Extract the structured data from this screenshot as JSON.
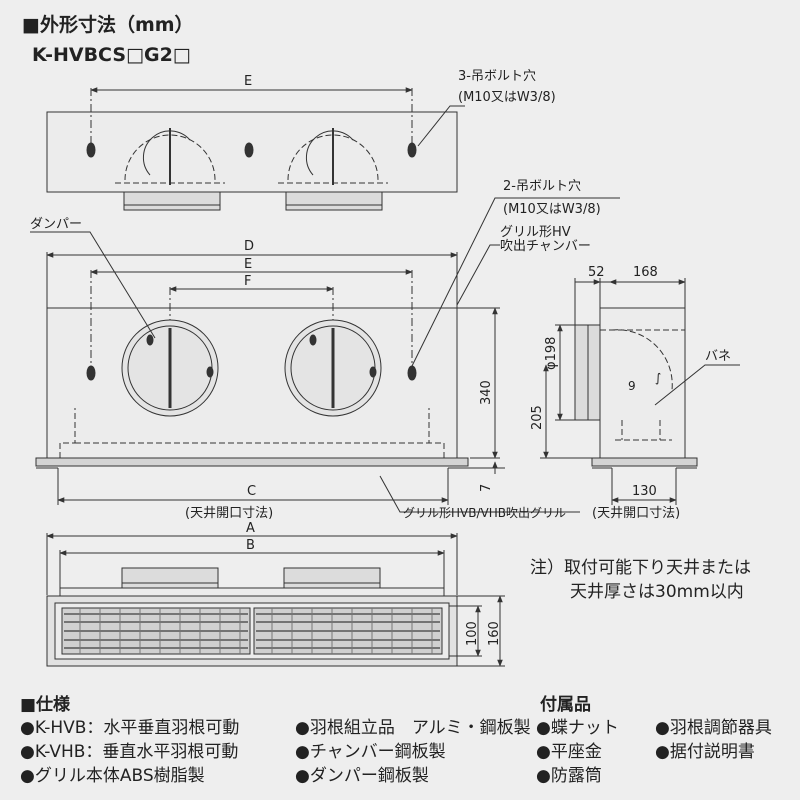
{
  "header": {
    "title": "■外形寸法（mm）",
    "model": "K-HVBCS□G2□"
  },
  "top_view": {
    "dim_e": "E",
    "bolt_label_1": "3-吊ボルト穴",
    "bolt_label_2": "(M10又はW3/8)"
  },
  "front_view": {
    "bolt_label_1": "2-吊ボルト穴",
    "bolt_label_2": "(M10又はW3/8)",
    "damper": "ダンパー",
    "grille_1": "グリル形HV",
    "grille_2": "吹出チャンバー",
    "dim_d": "D",
    "dim_e": "E",
    "dim_f": "F",
    "dim_c": "C",
    "dim_340": "340",
    "dim_7": "7",
    "ceiling_opening": "(天井開口寸法)",
    "grille_hvb": "グリル形HVB/VHB吹出グリル"
  },
  "side_view": {
    "dim_52": "52",
    "dim_168": "168",
    "dim_phi198": "φ198",
    "spring": "バネ",
    "dim_205": "205",
    "dim_130": "130",
    "ceiling_opening": "(天井開口寸法)"
  },
  "bottom_view": {
    "dim_a": "A",
    "dim_b": "B",
    "dim_100": "100",
    "dim_160": "160"
  },
  "note": {
    "line1": "注）取付可能下り天井または",
    "line2": "天井厚さは30mm以内"
  },
  "specs": {
    "title": "■仕様",
    "col1": [
      "●K-HVB：水平垂直羽根可動",
      "●K-VHB：垂直水平羽根可動",
      "●グリル本体ABS樹脂製"
    ],
    "col2": [
      "●羽根組立品　アルミ・鋼板製",
      "●チャンバー鋼板製",
      "●ダンパー鋼板製"
    ]
  },
  "accessories": {
    "title": "付属品",
    "col1": [
      "●蝶ナット",
      "●平座金",
      "●防露筒"
    ],
    "col2": [
      "●羽根調節器具",
      "●据付説明書"
    ]
  }
}
